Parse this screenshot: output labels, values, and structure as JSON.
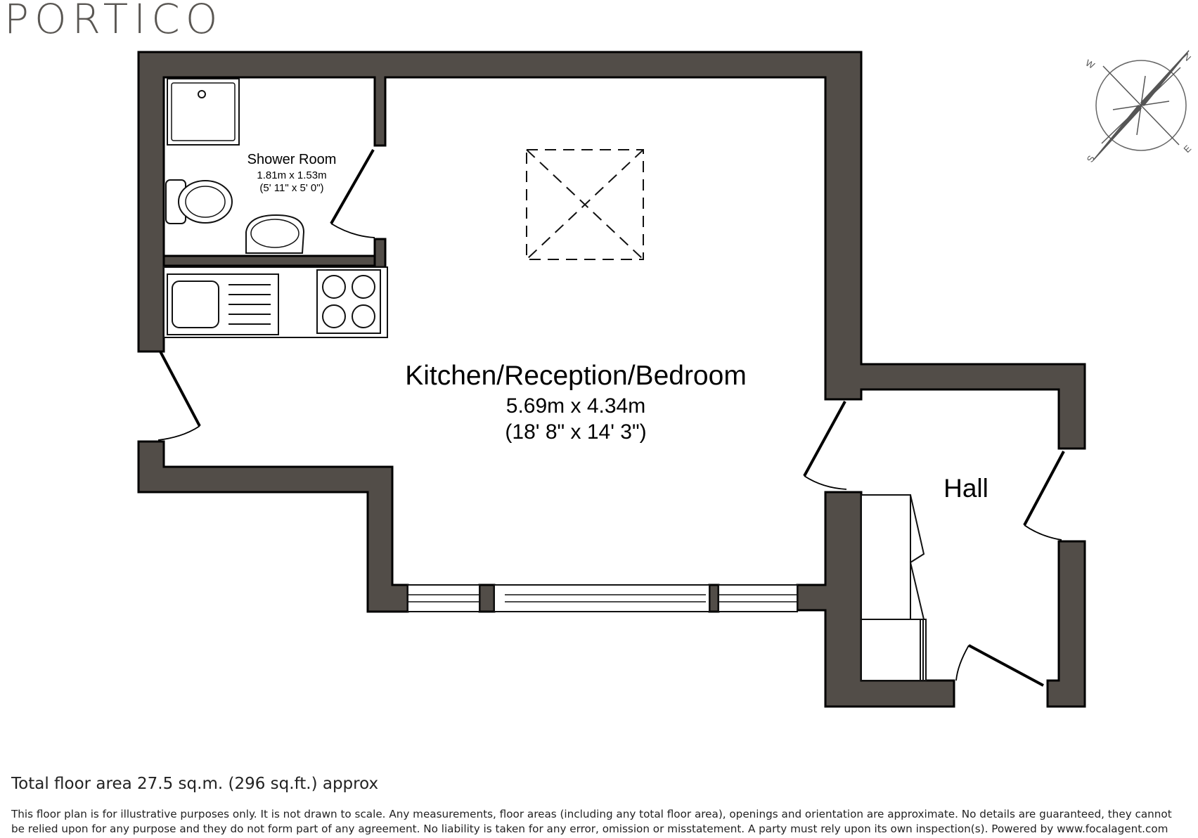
{
  "brand": {
    "logo_text": "PORTICO"
  },
  "compass": {
    "north": "N",
    "east": "E",
    "south": "S",
    "west": "W"
  },
  "rooms": {
    "main": {
      "name": "Kitchen/Reception/Bedroom",
      "metric": "5.69m x 4.34m",
      "imperial": "(18' 8\" x 14' 3\")"
    },
    "shower": {
      "name": "Shower Room",
      "metric": "1.81m x 1.53m",
      "imperial": "(5' 11\" x 5' 0\")"
    },
    "hall": {
      "name": "Hall"
    }
  },
  "footer": {
    "total_area": "Total floor area 27.5 sq.m. (296 sq.ft.) approx",
    "disclaimer": "This floor plan is for illustrative purposes only. It is not drawn to scale. Any measurements, floor areas (including any total floor area), openings and orientation are approximate. No details are guaranteed, they cannot be relied upon for any purpose and they do not form part of any agreement. No liability is taken for any error, omission or misstatement. A party must rely upon its own inspection(s). Powered by www.focalagent.com"
  },
  "colors": {
    "wall": "#524d48",
    "logo": "#5a5753"
  }
}
